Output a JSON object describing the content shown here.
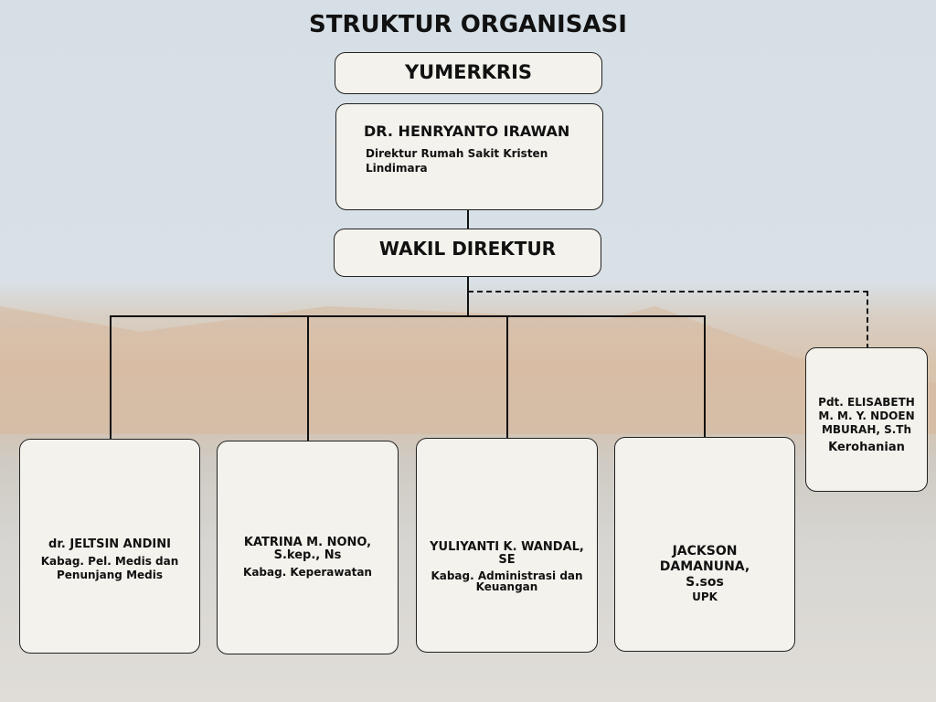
{
  "title": "STRUKTUR ORGANISASI",
  "top": {
    "name": "YUMERKRIS"
  },
  "director": {
    "name": "DR. HENRYANTO IRAWAN",
    "role": "Direktur Rumah Sakit Kristen Lindimara"
  },
  "deputy": {
    "name": "WAKIL DIREKTUR"
  },
  "departments": [
    {
      "name": "dr. JELTSIN ANDINI",
      "role": "Kabag. Pel. Medis dan Penunjang Medis"
    },
    {
      "name": "KATRINA M. NONO, S.kep., Ns",
      "role": "Kabag. Keperawatan"
    },
    {
      "name": "YULIYANTI K. WANDAL, SE",
      "role": "Kabag. Administrasi dan Keuangan"
    },
    {
      "name": "JACKSON DAMANUNA, S.sos",
      "role": "UPK"
    }
  ],
  "advisor": {
    "name": "Pdt. ELISABETH M. M. Y. NDOEN MBURAH, S.Th",
    "role": "Kerohanian"
  }
}
